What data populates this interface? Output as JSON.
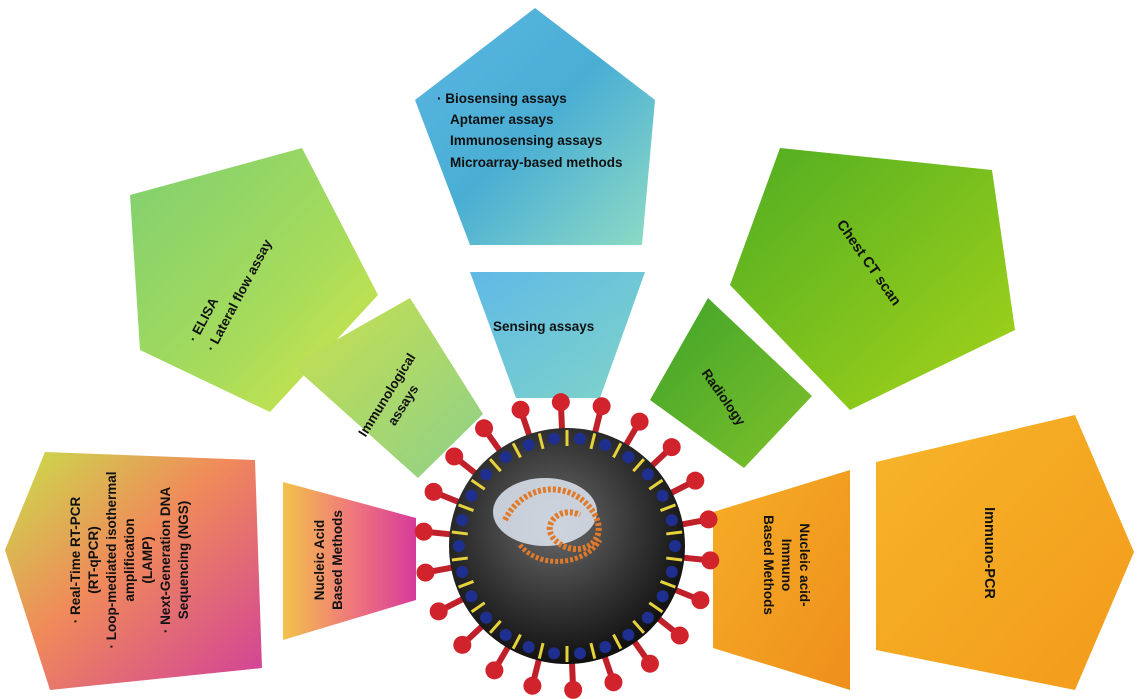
{
  "categories": {
    "sensing": {
      "title": "Sensing assays",
      "items": [
        "· Biosensing assays",
        "Aptamer assays",
        "Immunosensing assays",
        "Microarray-based methods"
      ],
      "color": "#55b9cf"
    },
    "immunological": {
      "title_lines": [
        "Immunological",
        "assays"
      ],
      "items": [
        "· ELISA",
        "· Lateral flow assay"
      ],
      "color": "#9fd64a"
    },
    "radiology": {
      "title": "Radiology",
      "items": [
        "Chest CT scan"
      ],
      "color": "#5fb82a"
    },
    "nucleic_acid": {
      "title_lines": [
        "Nucleic Acid",
        "Based Methods"
      ],
      "items": [
        "· Real-Time RT-PCR",
        "(RT-qPCR)",
        "· Loop-mediated isothermal",
        "amplification",
        "(LAMP)",
        "· Next-Generation DNA",
        "Sequencing (NGS)"
      ],
      "color": "#e85a8a"
    },
    "nucleic_immuno": {
      "title_lines": [
        "Nucleic acid-",
        "Immuno",
        "Based Methods"
      ],
      "items": [
        "Immuno-PCR"
      ],
      "color": "#f5a623"
    }
  },
  "center_image": "coronavirus-virion"
}
